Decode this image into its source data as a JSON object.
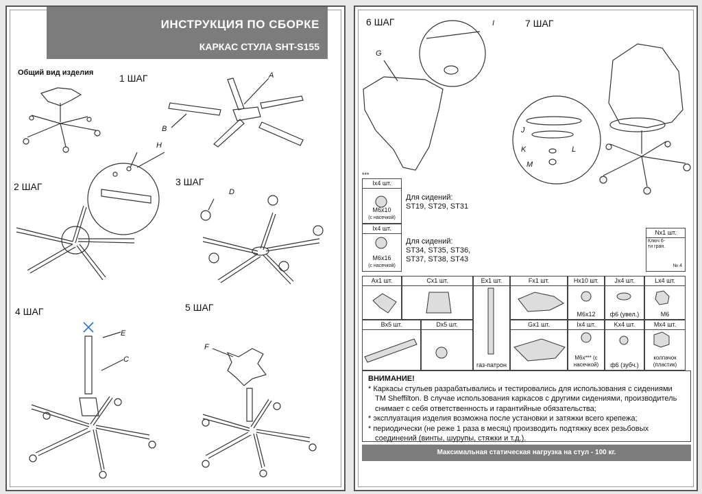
{
  "header": {
    "title": "ИНСТРУКЦИЯ ПО СБОРКЕ",
    "subtitle": "КАРКАС СТУЛА SHT-S155"
  },
  "left": {
    "overview": "Общий вид изделия",
    "steps": [
      "1 ШАГ",
      "2 ШАГ",
      "3 ШАГ",
      "4 ШАГ",
      "5 ШАГ"
    ],
    "callouts": [
      "A",
      "B",
      "H",
      "D",
      "E",
      "C",
      "F"
    ]
  },
  "right": {
    "steps": [
      "6 ШАГ",
      "7 ШАГ"
    ],
    "callouts": [
      "I",
      "G",
      "J",
      "K",
      "L",
      "M"
    ],
    "stars": "***",
    "screws": [
      {
        "qty": "Ix4 шт.",
        "size": "M6x10",
        "note": "(с насечкой)",
        "for_label": "Для сидений:",
        "seats": "ST19, ST29, ST31"
      },
      {
        "qty": "Ix4 шт.",
        "size": "M6x16",
        "note": "(с насечкой)",
        "for_label": "Для сидений:",
        "seats": "ST34, ST35, ST36, ST37, ST38, ST43"
      }
    ],
    "key": {
      "qty": "Nx1 шт.",
      "label": "Ключ 6-ти гран.",
      "number": "№ 4"
    },
    "parts_row1": [
      {
        "qty": "Ax1 шт.",
        "label": ""
      },
      {
        "qty": "Cx1 шт.",
        "label": ""
      },
      {
        "qty": "Ex1 шт.",
        "label": "газ-патрон"
      },
      {
        "qty": "Fx1 шт.",
        "label": ""
      },
      {
        "qty": "Hx10 шт.",
        "label": "M6x12"
      },
      {
        "qty": "Jx4 шт.",
        "label": "ф6 (увел.)"
      },
      {
        "qty": "Lx4 шт.",
        "label": "M6"
      }
    ],
    "parts_row2": [
      {
        "qty": "Bx5 шт.",
        "label": ""
      },
      {
        "qty": "Dx5 шт.",
        "label": ""
      },
      {
        "qty": "Gx1 шт.",
        "label": ""
      },
      {
        "qty": "Ix4 шт.",
        "label": "M6x*** (с насечкой)"
      },
      {
        "qty": "Kx4 шт.",
        "label": "ф6 (зубч.)"
      },
      {
        "qty": "Mx4 шт.",
        "label": "колпачок (пластик)"
      }
    ],
    "attention": {
      "heading": "ВНИМАНИЕ!",
      "items": [
        "* Каркасы стульев разрабатывались и тестировались для использования с сидениями TM Sheffilton. В случае использования каркасов с другими сидениями, производитель снимает с себя ответственность и гарантийные обязательства;",
        "* эксплуатация изделия возможна после установки и затяжки всего крепежа;",
        "* периодически (не реже 1 раза в месяц) производить подтяжку всех резьбовых соединений (винты, шурупы, стяжки и т.д.)."
      ]
    },
    "footer": "Максимальная статическая нагрузка на стул - 100 кг."
  }
}
